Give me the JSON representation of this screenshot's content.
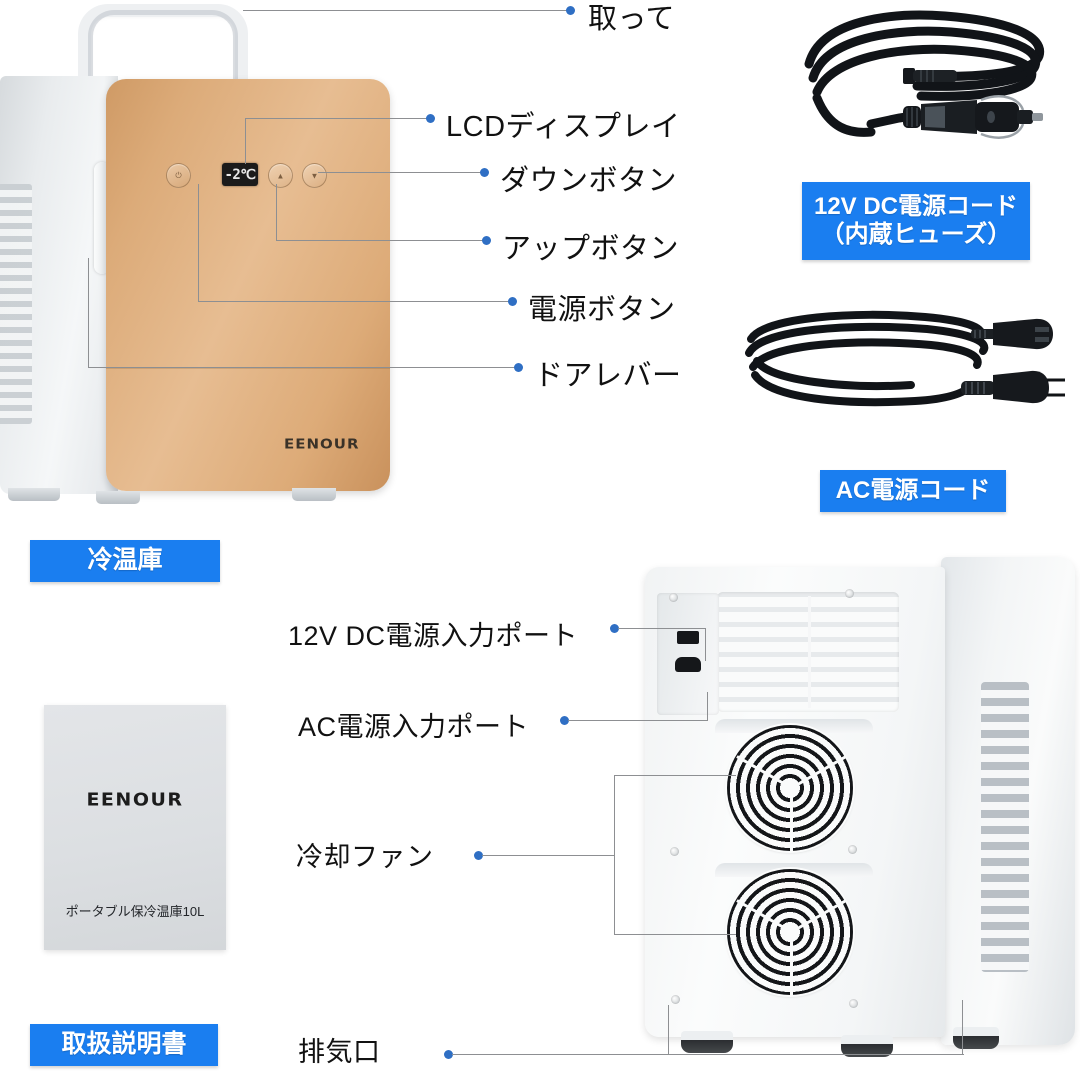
{
  "product": {
    "brand": "EENOUR",
    "display_value": "-2℃"
  },
  "front_callouts": [
    {
      "label": "取って"
    },
    {
      "label": "LCDディスプレイ"
    },
    {
      "label": "ダウンボタン"
    },
    {
      "label": "アップボタン"
    },
    {
      "label": "電源ボタン"
    },
    {
      "label": "ドアレバー"
    }
  ],
  "rear_callouts": [
    {
      "label": "12V DC電源入力ポート"
    },
    {
      "label": "AC電源入力ポート"
    },
    {
      "label": "冷却ファン"
    },
    {
      "label": "排気口"
    }
  ],
  "badges": {
    "dc_cord_line1": "12V DC電源コード",
    "dc_cord_line2": "（内蔵ヒューズ）",
    "ac_cord": "AC電源コード",
    "fridge": "冷温庫",
    "manual": "取扱説明書"
  },
  "manual": {
    "brand": "EENOUR",
    "subtitle": "ポータブル保冷温庫10L"
  },
  "buttons": {
    "power_glyph": "⏻",
    "up_glyph": "▲",
    "down_glyph": "▼"
  },
  "colors": {
    "badge_blue": "#1a7ef0",
    "leader_dot": "#2f6fc4",
    "leader_line": "#8d8f92",
    "door_gold": "#ddab78",
    "body_white": "#f2f4f5",
    "text": "#111111"
  }
}
